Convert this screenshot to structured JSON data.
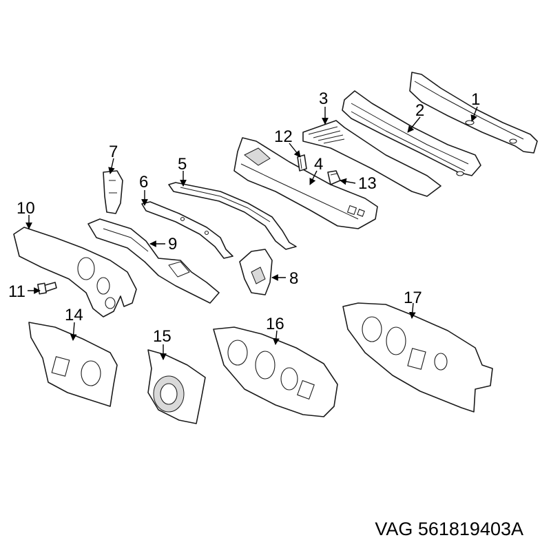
{
  "callouts": {
    "c1": "1",
    "c2": "2",
    "c3": "3",
    "c4": "4",
    "c5": "5",
    "c6": "6",
    "c7": "7",
    "c8": "8",
    "c9": "9",
    "c10": "10",
    "c11": "11",
    "c12": "12",
    "c13": "13",
    "c14": "14",
    "c15": "15",
    "c16": "16",
    "c17": "17"
  },
  "part_number": "VAG 561819403A"
}
